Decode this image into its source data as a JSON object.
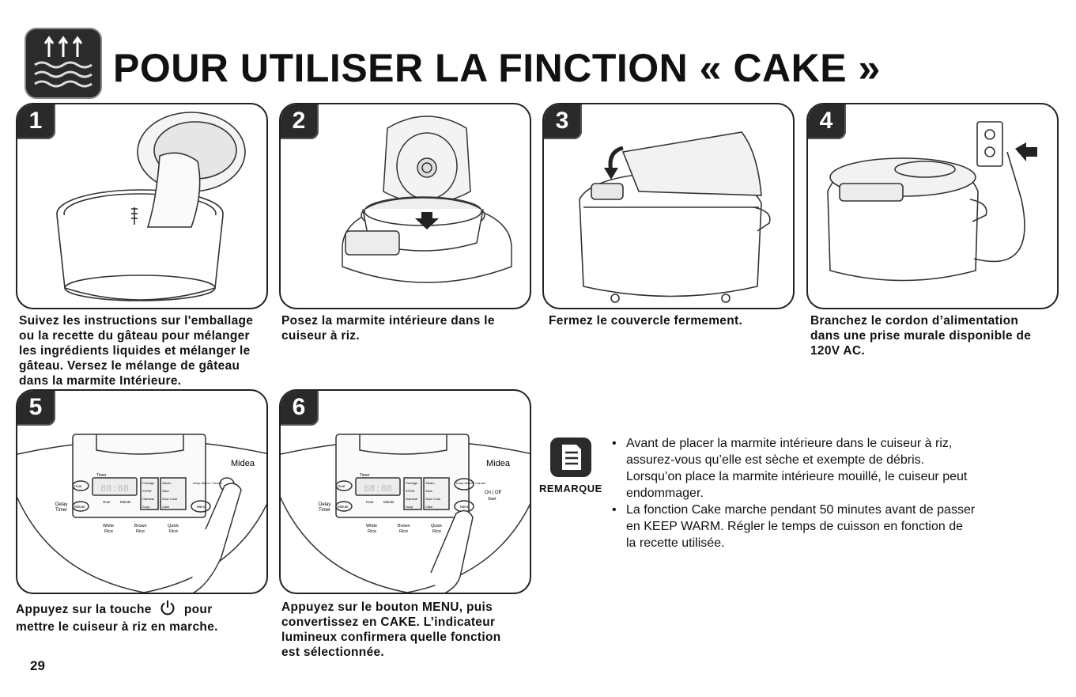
{
  "title": "POUR UTILISER LA FINCTION « CAKE »",
  "steps": [
    {
      "num": "1",
      "lines": [
        "Suivez les instructions sur l'emballage",
        "ou la recette du gâteau pour mélanger",
        "les ingrédients liquides et mélanger le",
        "gâteau. Versez  le mélange de gâteau",
        "dans  la marmite Intérieure."
      ]
    },
    {
      "num": "2",
      "lines": [
        "Posez la marmite intérieure dans le",
        "cuiseur à riz."
      ]
    },
    {
      "num": "3",
      "lines": [
        "Fermez le couvercle fermement."
      ]
    },
    {
      "num": "4",
      "lines": [
        "Branchez le cordon d’alimentation",
        "dans une prise murale disponible de",
        "120V AC."
      ]
    },
    {
      "num": "5",
      "line1_before": "Appuyez sur la touche",
      "line1_after": "pour",
      "line2": "mettre le cuiseur à riz en marche."
    },
    {
      "num": "6",
      "lines": [
        "Appuyez sur le bouton MENU, puis",
        "convertissez en CAKE. L’indicateur",
        "lumineux confirmera quelle fonction",
        "est sélectionnée."
      ]
    }
  ],
  "control_panel": {
    "brand": "Midea",
    "timer": "Timer",
    "delay": "Delay",
    "timer_label": "Timer",
    "hour": "Hour",
    "minute": "Minute",
    "hour_lbl": "Hour",
    "minute_lbl": "Minute",
    "display": "88:88",
    "menu_items": [
      "Porridge",
      "Steam",
      "STEW",
      "Stew",
      "Oatmeal",
      "Slow Cook",
      "Soup",
      "Cake"
    ],
    "keep_warm": "Keep Warm / Cancel",
    "menu": "Menu",
    "on_off": "On | Off",
    "start": "Start",
    "white_rice": [
      "White",
      "Rice"
    ],
    "brown_rice": [
      "Brown",
      "Rice"
    ],
    "quick_rice": [
      "Quick",
      "Rice"
    ]
  },
  "note": {
    "label": "REMARQUE",
    "items": [
      [
        "Avant de placer la marmite intérieure dans le cuiseur à riz,",
        "assurez-vous qu’elle est sèche et exempte de débris.",
        "Lorsqu’on place la marmite intérieure mouillé, le cuiseur peut",
        "endommager."
      ],
      [
        "La fonction Cake marche pendant 50 minutes avant de passer",
        "en KEEP WARM.  Régler le temps de cuisson en fonction de",
        "la recette utilisée."
      ]
    ]
  },
  "page_number": "29",
  "colors": {
    "ink": "#222222",
    "badge": "#2a2a2a",
    "panel_bg": "#ffffff"
  }
}
